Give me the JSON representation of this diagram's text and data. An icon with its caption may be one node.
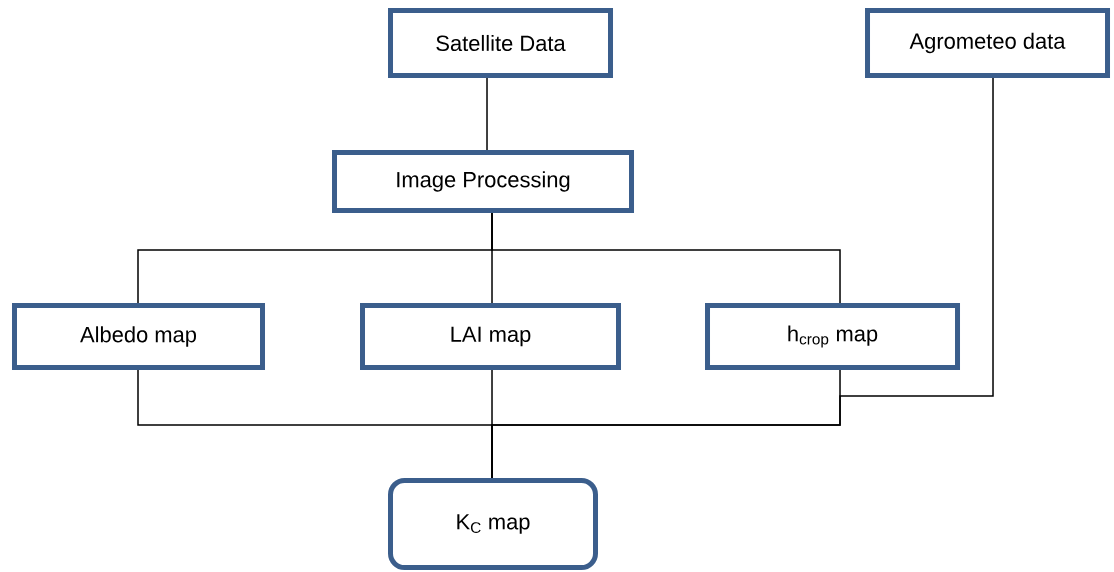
{
  "diagram": {
    "nodes": [
      {
        "text": [
          "Satellite Data"
        ]
      },
      {
        "text": [
          "Agrometeo data"
        ]
      },
      {
        "text": [
          "Image Processing"
        ]
      },
      {
        "text": [
          "Albedo map"
        ]
      },
      {
        "text": [
          "LAI map"
        ]
      },
      {
        "text": [
          "h$_{crop}$ map"
        ]
      },
      {
        "text": [
          "K$_{C}$ map"
        ]
      }
    ],
    "edges": [
      {
        "from": 0,
        "to": 2,
        "arrow": "none"
      },
      {
        "from": 2,
        "to": 3,
        "arrow": "none"
      },
      {
        "from": 2,
        "to": 4,
        "arrow": "none"
      },
      {
        "from": 2,
        "to": 5,
        "arrow": "none"
      },
      {
        "from": 3,
        "to": 6,
        "arrow": "none"
      },
      {
        "from": 4,
        "to": 6,
        "arrow": "none"
      },
      {
        "from": 5,
        "to": 6,
        "arrow": "none"
      },
      {
        "from": 1,
        "to": 6,
        "arrow": "none"
      }
    ]
  }
}
